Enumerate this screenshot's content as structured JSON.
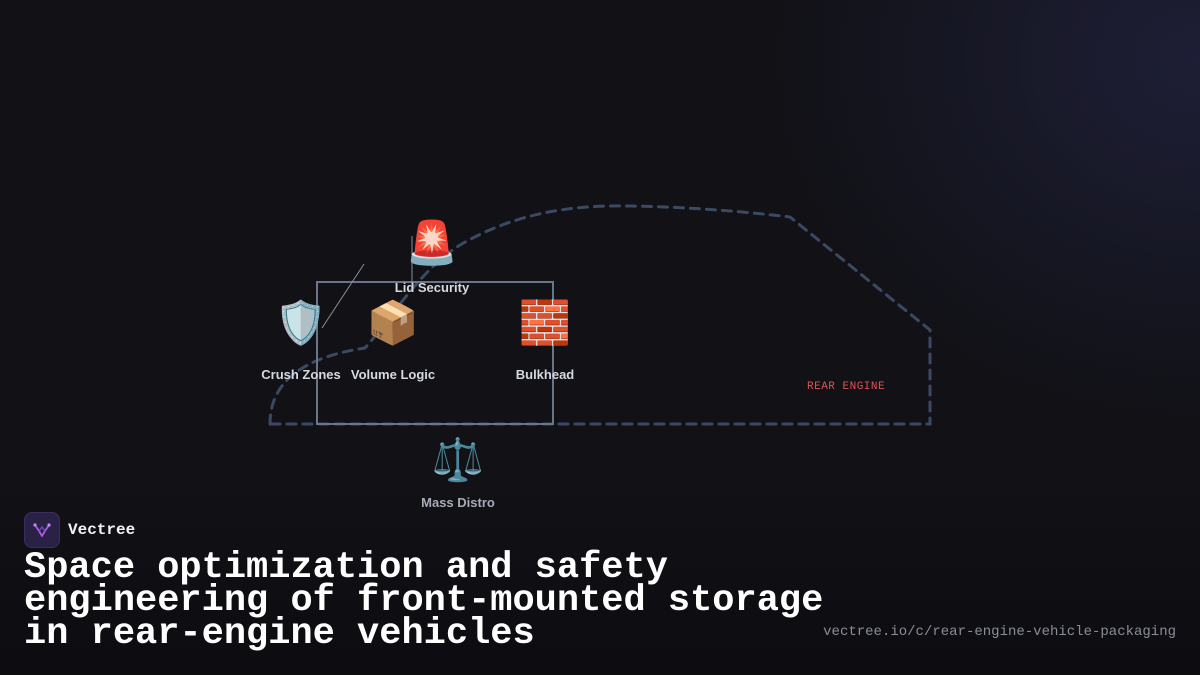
{
  "diagram": {
    "nodes": [
      {
        "id": "lid-security",
        "emoji": "🚨",
        "label": "Lid Security"
      },
      {
        "id": "crush-zones",
        "emoji": "🛡️",
        "label": "Crush Zones"
      },
      {
        "id": "volume-logic",
        "emoji": "📦",
        "label": "Volume Logic"
      },
      {
        "id": "bulkhead",
        "emoji": "🧱",
        "label": "Bulkhead"
      },
      {
        "id": "mass-distro",
        "emoji": "⚖️",
        "label": "Mass Distro"
      }
    ],
    "rear_label": "REAR ENGINE",
    "colors": {
      "outline": "#3a4a63",
      "box": "#6b7589",
      "rear_label": "#e05252"
    }
  },
  "brand": {
    "name": "Vectree",
    "logo_icon": "vectree-logo-icon"
  },
  "headline": "Space optimization and safety engineering of front-mounted storage in rear-engine vehicles",
  "url": "vectree.io/c/rear-engine-vehicle-packaging"
}
